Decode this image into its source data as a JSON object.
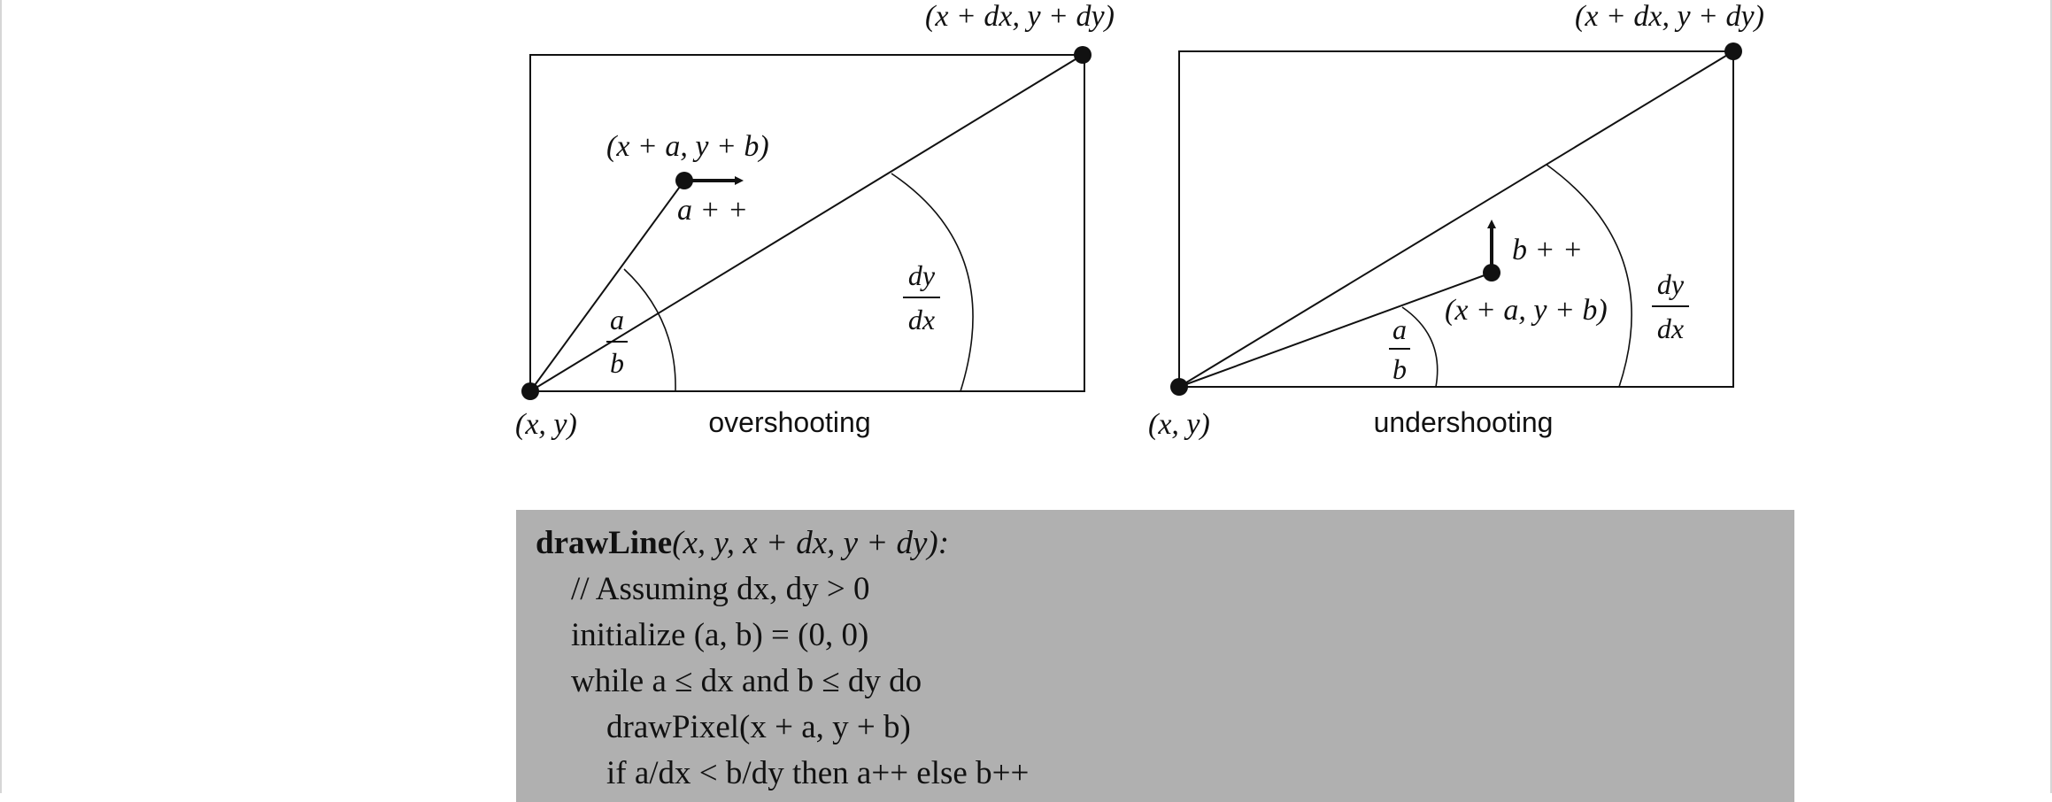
{
  "left_panel": {
    "caption": "overshooting",
    "origin_label": "(x, y)",
    "end_label": "(x + dx, y + dy)",
    "point_label": "(x + a, y + b)",
    "step_label": "a + +",
    "small_angle": {
      "num": "a",
      "den": "b"
    },
    "large_angle": {
      "num": "dy",
      "den": "dx"
    }
  },
  "right_panel": {
    "caption": "undershooting",
    "origin_label": "(x, y)",
    "end_label": "(x + dx, y + dy)",
    "point_label": "(x + a, y + b)",
    "step_label": "b + +",
    "small_angle": {
      "num": "a",
      "den": "b"
    },
    "large_angle": {
      "num": "dy",
      "den": "dx"
    }
  },
  "code": {
    "line1_fn": "drawLine",
    "line1_args": "(x, y, x + dx, y + dy):",
    "line2": "// Assuming dx, dy > 0",
    "line3": "initialize (a, b) = (0, 0)",
    "line4": "while a ≤ dx and b ≤ dy do",
    "line5": "drawPixel(x + a, y + b)",
    "line6": "if a/dx < b/dy then a++ else b++"
  }
}
